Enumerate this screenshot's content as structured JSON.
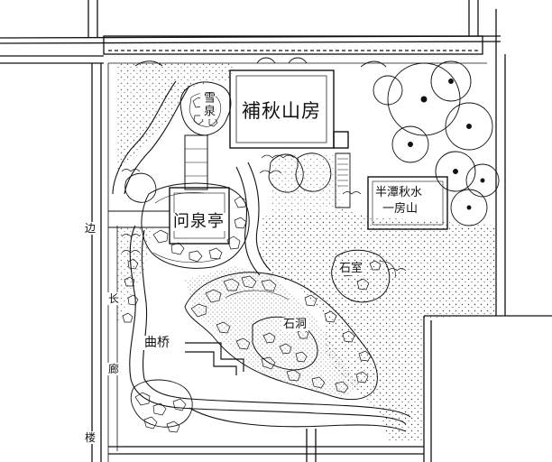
{
  "labels": {
    "xuequan": "雪泉",
    "buqiu_shanfang": "補秋山房",
    "wenquan_ting": "问泉亭",
    "bantan_qiushui": "半潭秋水",
    "yi_fang_shan": "一房山",
    "shishi": "石室",
    "shidong": "石洞",
    "quqiao": "曲桥",
    "bian": "边",
    "chang": "长",
    "lang": "廊",
    "lou": "楼"
  },
  "colors": {
    "ink": "#111111",
    "paper": "#ffffff"
  }
}
